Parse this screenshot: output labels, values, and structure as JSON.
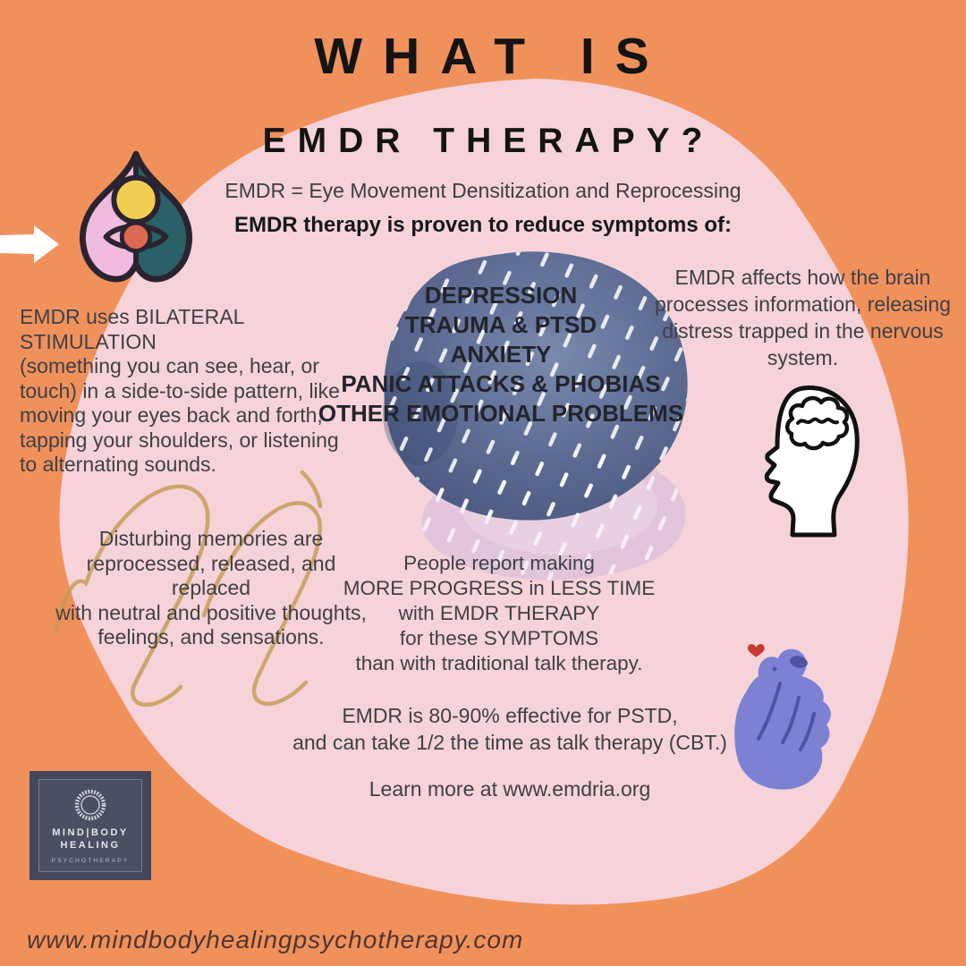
{
  "page": {
    "title_line1": "WHAT IS",
    "title_line2": "EMDR THERAPY?"
  },
  "intro": {
    "definition": "EMDR = Eye Movement Densitization and Reprocessing",
    "proven": "EMDR therapy is proven to reduce symptoms of:"
  },
  "symptoms": [
    "DEPRESSION",
    "TRAUMA & PTSD",
    "ANXIETY",
    "PANIC ATTACKS & PHOBIAS",
    "OTHER EMOTIONAL PROBLEMS"
  ],
  "paragraphs": {
    "bilateral": "EMDR uses BILATERAL STIMULATION\n(something you can see, hear, or\ntouch) in a side-to-side pattern, like\nmoving your eyes back and forth,\ntapping your shoulders, or listening\nto alternating sounds.",
    "brain": "EMDR affects how the brain\nprocesses information, releasing\ndistress trapped in the nervous\nsystem.",
    "memories": "Disturbing memories are\nreprocessed, released, and replaced\nwith neutral and positive thoughts,\nfeelings, and sensations.",
    "progress": "People report making\nMORE PROGRESS in LESS TIME\nwith EMDR THERAPY\nfor these SYMPTOMS\nthan with traditional talk therapy.",
    "effective": "EMDR is 80-90% effective for PSTD,\nand can take 1/2 the time as talk therapy (CBT.)",
    "learn_more": "Learn more at www.emdria.org"
  },
  "logo": {
    "line1": "MIND|BODY",
    "line2": "HEALING",
    "line3": "PSYCHOTHERAPY"
  },
  "footer": {
    "website": "www.mindbodyhealingpsychotherapy.com"
  },
  "icons": {
    "arrow": "arrow-right-icon",
    "bilateral": "inverted-heart-eye-icon",
    "brain": "head-brain-icon",
    "hand": "finger-heart-icon",
    "emblem": "ring-emblem-icon"
  },
  "colors": {
    "background_orange": "#F0915C",
    "blob_pink": "#F5D3D8",
    "title_black": "#141414",
    "body_text": "#3F4046",
    "icon_teal": "#2A6168",
    "icon_pink": "#F1BADF",
    "icon_yellow": "#F1CE51",
    "iris_red": "#DC6A52",
    "hand_purple": "#7D81D4",
    "heart_red": "#C23A2F",
    "scribble_gold": "#C49A52",
    "watercolor_navy": "#4E5E86",
    "watercolor_pink": "#E0C3DB",
    "logo_slate": "#424759",
    "website_brown": "#50352F"
  }
}
